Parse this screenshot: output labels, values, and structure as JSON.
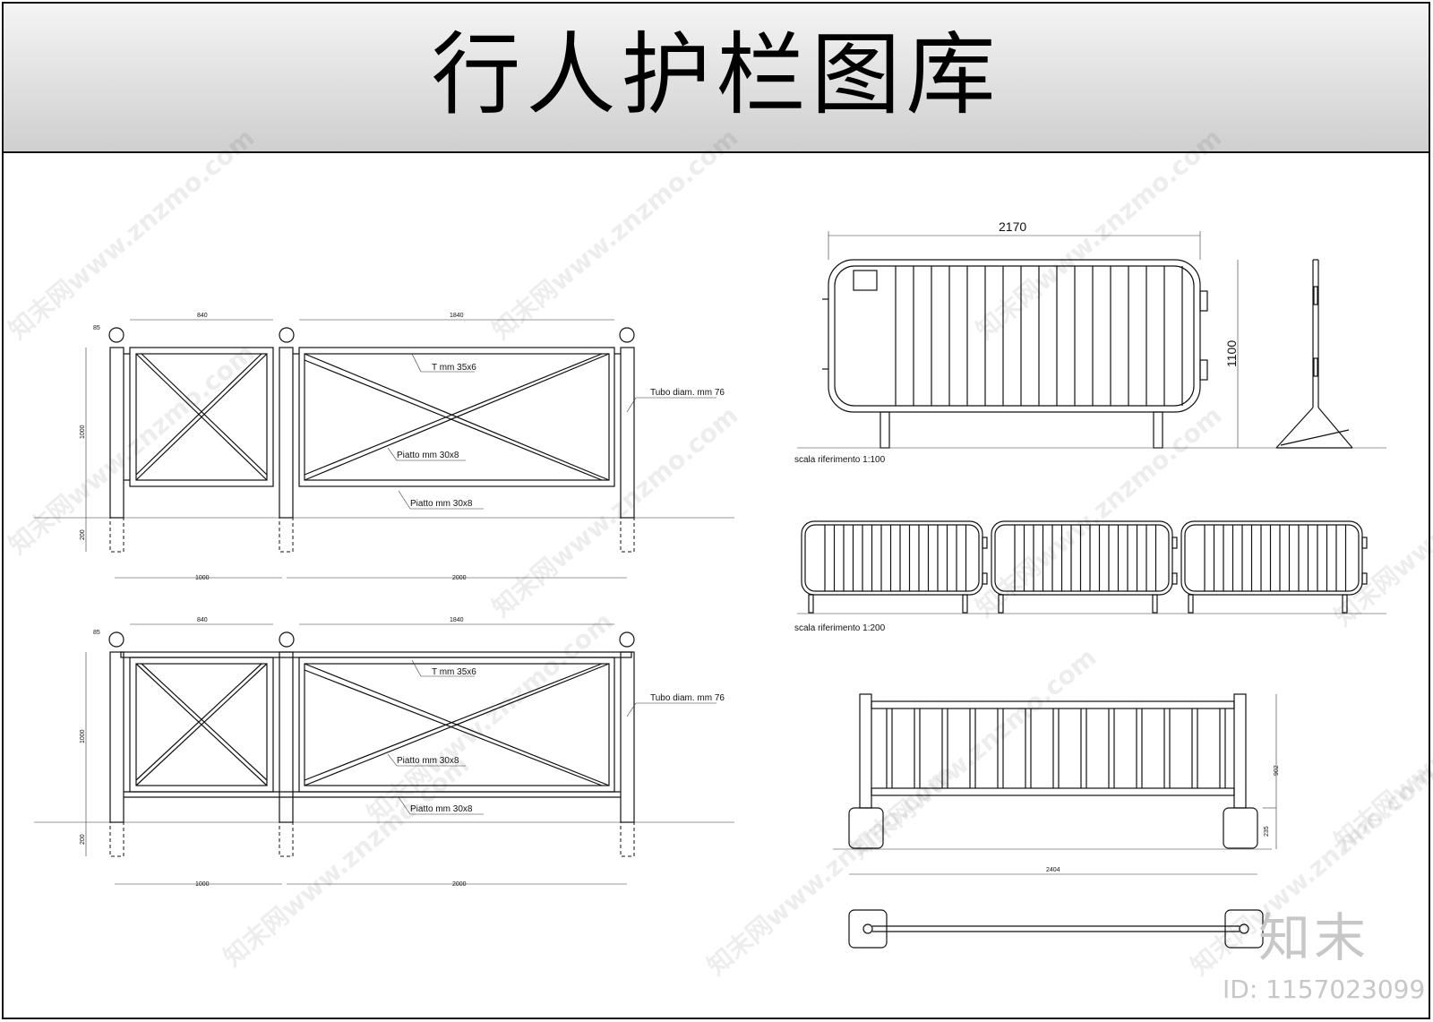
{
  "title": "行人护栏图库",
  "drawing_a": {
    "dim_840": "840",
    "dim_1840": "1840",
    "dim_85": "85",
    "dim_1000_v": "1000",
    "dim_200_v": "200",
    "dim_1000_h": "1000",
    "dim_2000_h": "2000",
    "label_t": "T mm 35x6",
    "label_tubo": "Tubo diam. mm 76",
    "label_piatto_1": "Piatto mm 30x8",
    "label_piatto_2": "Piatto mm 30x8"
  },
  "drawing_b": {
    "dim_840": "840",
    "dim_1840": "1840",
    "dim_85": "85",
    "dim_1000_v": "1000",
    "dim_200_v": "200",
    "dim_1000_h": "1000",
    "dim_2000_h": "2000",
    "label_t": "T mm 35x6",
    "label_tubo": "Tubo diam. mm 76",
    "label_piatto_1": "Piatto mm 30x8",
    "label_piatto_2": "Piatto mm 30x8"
  },
  "barrier": {
    "dim_width": "2170",
    "dim_height": "1100",
    "scale_1": "scala riferimento 1:100",
    "scale_2": "scala riferimento 1:200"
  },
  "block_fence": {
    "dim_height": "902",
    "dim_base": "235",
    "dim_width": "2404"
  },
  "watermark_text": "知末网www.znzmo.com",
  "brand": "知末",
  "id_label": "ID: 1157023099"
}
